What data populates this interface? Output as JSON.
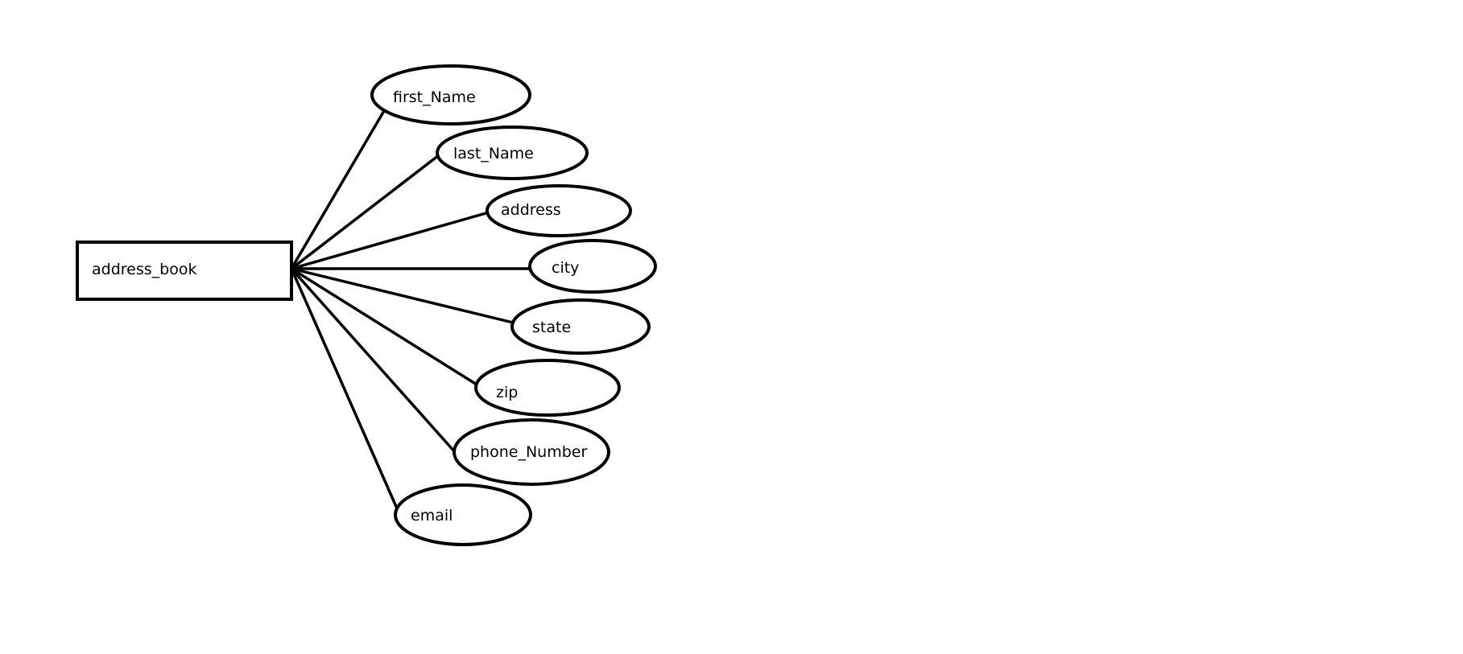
{
  "entity": {
    "name": "address_book"
  },
  "attributes": [
    {
      "name": "first_Name"
    },
    {
      "name": "last_Name"
    },
    {
      "name": "address"
    },
    {
      "name": "city"
    },
    {
      "name": "state"
    },
    {
      "name": "zip"
    },
    {
      "name": "phone_Number"
    },
    {
      "name": "email"
    }
  ],
  "colors": {
    "stroke": "#000000",
    "background": "#ffffff"
  }
}
